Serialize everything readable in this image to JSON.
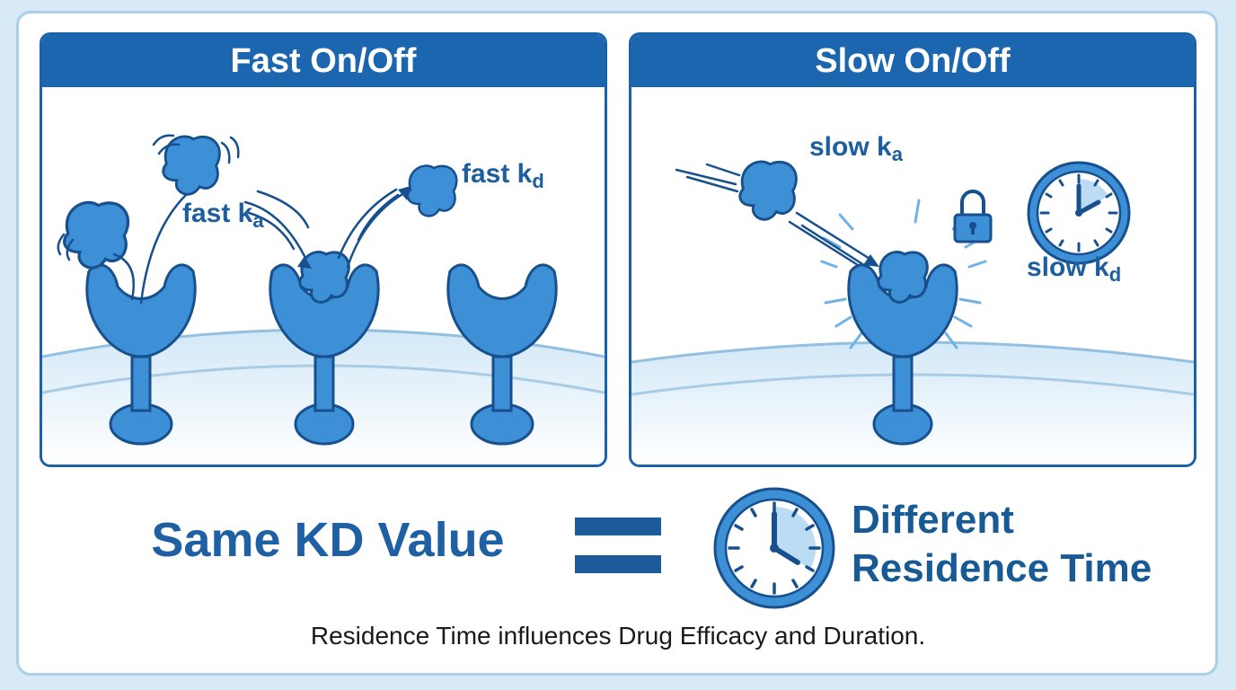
{
  "panels": {
    "left": {
      "title": "Fast On/Off",
      "ka_label": {
        "prefix": "fast k",
        "sub": "a"
      },
      "kd_label": {
        "prefix": "fast k",
        "sub": "d"
      }
    },
    "right": {
      "title": "Slow On/Off",
      "ka_label": {
        "prefix": "slow k",
        "sub": "a"
      },
      "kd_label": {
        "prefix": "slow k",
        "sub": "d"
      }
    }
  },
  "summary": {
    "left_text": "Same KD Value",
    "right_line1": "Different",
    "right_line2": "Residence Time"
  },
  "footer_text": "Residence Time influences Drug Efficacy and Duration.",
  "colors": {
    "header_blue": "#1b66ae",
    "protein_blue": "#3d8fd6",
    "outline_blue": "#17508d",
    "membrane_light": "#d9ecf8",
    "text_blue": "#1c5e9e"
  },
  "icons": [
    "clock-icon",
    "lock-icon",
    "equals-icon",
    "ligand-icon",
    "receptor-icon"
  ]
}
